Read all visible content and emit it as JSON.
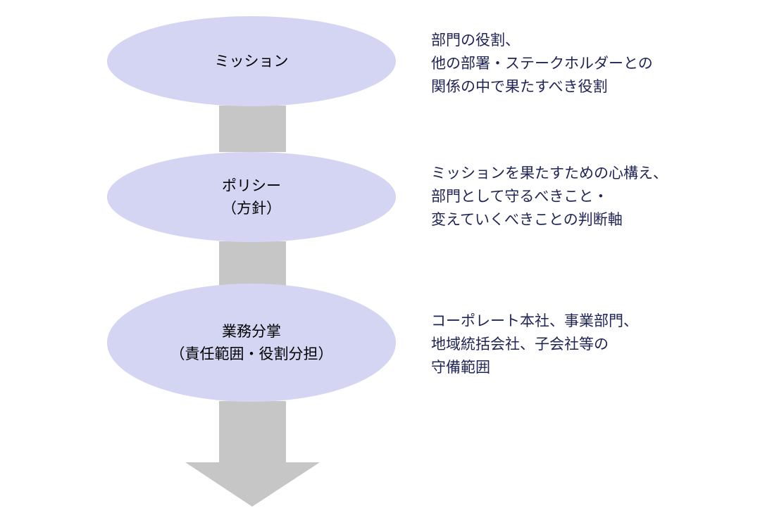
{
  "colors": {
    "ellipse_fill": "#d4d4f3",
    "connector_fill": "#c6c6c6",
    "description_text": "#1f2457"
  },
  "steps": [
    {
      "label": "ミッション",
      "description": "部門の役割、\n他の部署・ステークホルダーとの\n関係の中で果たすべき役割"
    },
    {
      "label": "ポリシー\n（方針）",
      "description": "ミッションを果たすための心構え、\n部門として守るべきこと・\n変えていくべきことの判断軸"
    },
    {
      "label": "業務分掌\n（責任範囲・役割分担）",
      "description": "コーポレート本社、事業部門、\n地域統括会社、子会社等の\n守備範囲"
    }
  ]
}
